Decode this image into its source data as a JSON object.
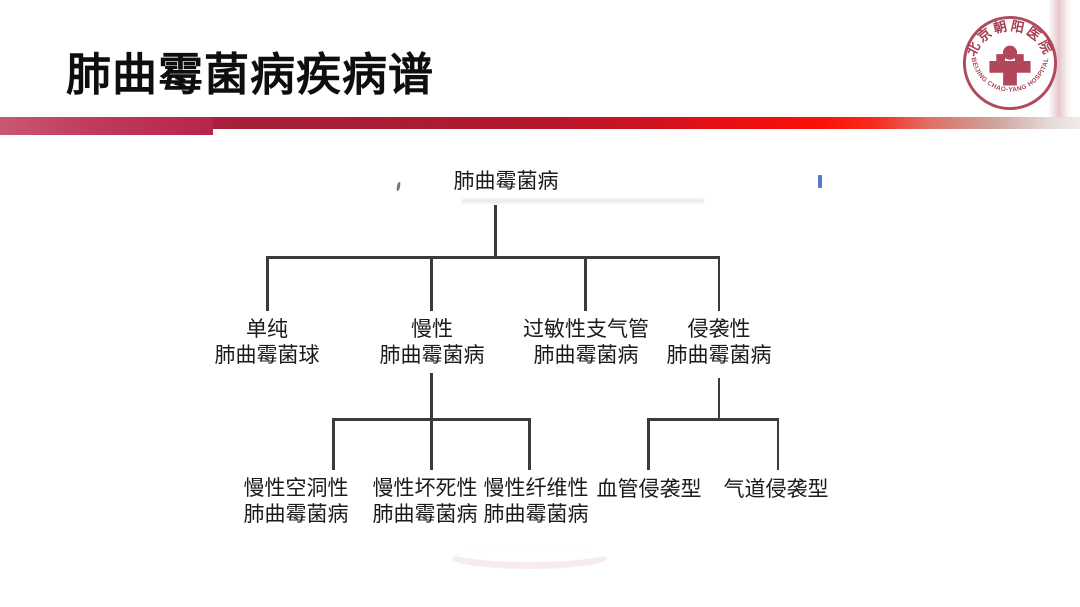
{
  "slide": {
    "title": "肺曲霉菌病疾病谱"
  },
  "logo": {
    "name_zh": "北京朝阳医院",
    "name_en": "BEIJING CHAO-YANG HOSPITAL",
    "color": "#b2465a",
    "symbol": "cross-with-person-icon"
  },
  "colors": {
    "title_text": "#0e0e0e",
    "diagram_text": "#1b1b1b",
    "diagram_line": "#3b3b3b",
    "bar_left_crimson": "#c03a5b",
    "bar_dark_red": "#a71e3a",
    "bar_bright_red": "#fa1106",
    "artifact_blue": "#3d5fc2"
  },
  "chart_data": {
    "type": "tree",
    "title": "肺曲霉菌病疾病谱",
    "root": "肺曲霉菌病",
    "children": [
      {
        "name": "单纯 肺曲霉菌球",
        "children": []
      },
      {
        "name": "慢性 肺曲霉菌病",
        "children": [
          "慢性空洞性 肺曲霉菌病",
          "慢性坏死性 肺曲霉菌病",
          "慢性纤维性 肺曲霉菌病"
        ]
      },
      {
        "name": "过敏性支气管 肺曲霉菌病",
        "children": []
      },
      {
        "name": "侵袭性 肺曲霉菌病",
        "children": [
          "血管侵袭型",
          "气道侵袭型"
        ]
      }
    ]
  },
  "tree": {
    "root": "肺曲霉菌病",
    "level1": [
      {
        "l1": "单纯",
        "l2": "肺曲霉菌球"
      },
      {
        "l1": "慢性",
        "l2": "肺曲霉菌病"
      },
      {
        "l1": "过敏性支气管",
        "l2": "肺曲霉菌病"
      },
      {
        "l1": "侵袭性",
        "l2": "肺曲霉菌病"
      }
    ],
    "chronic_subtypes": [
      {
        "l1": "慢性空洞性",
        "l2": "肺曲霉菌病"
      },
      {
        "l1": "慢性坏死性",
        "l2": "肺曲霉菌病"
      },
      {
        "l1": "慢性纤维性",
        "l2": "肺曲霉菌病"
      }
    ],
    "invasive_subtypes": [
      {
        "l1": "血管侵袭型"
      },
      {
        "l1": "气道侵袭型"
      }
    ]
  }
}
